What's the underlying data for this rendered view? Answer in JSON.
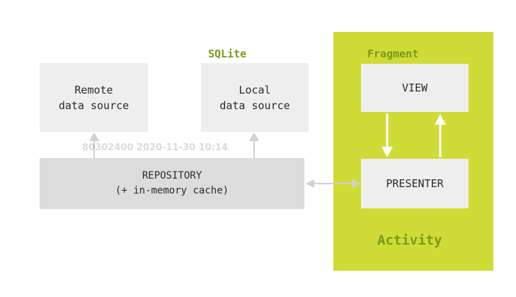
{
  "diagram": {
    "sqlite_label": "SQLite",
    "fragment_label": "Fragment",
    "activity_label": "Activity",
    "remote_box": "Remote\ndata source",
    "local_box": "Local\ndata source",
    "view_box": "VIEW",
    "presenter_box": "PRESENTER",
    "repository_box": "REPOSITORY\n(+ in-memory cache)",
    "watermark_text": "80302400 2020-11-30 10:14"
  },
  "colors": {
    "activity_panel": "#cfdb36",
    "label_green": "#7a9a1a",
    "box_light": "#eeeeee",
    "box_repo": "#dcdcdc",
    "arrow_gray": "#d0d0d0",
    "arrow_white": "#ffffff"
  }
}
